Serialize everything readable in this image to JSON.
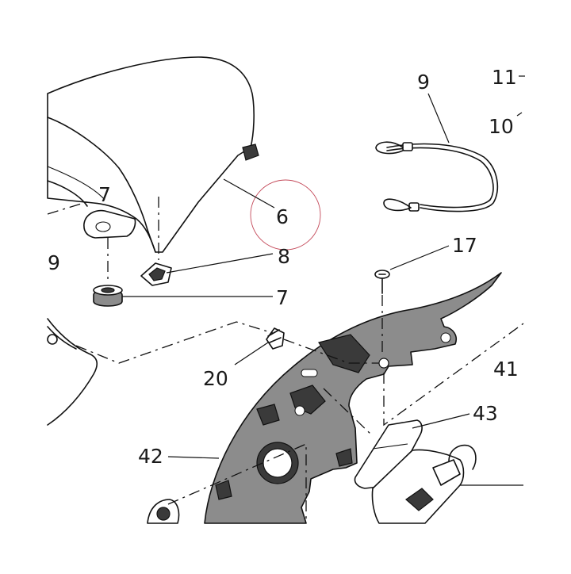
{
  "callouts": {
    "c6": "6",
    "c7": "7",
    "c8": "8",
    "c9_top": "9",
    "c9_left": "9",
    "c10": "10",
    "c11": "11",
    "c17": "17",
    "c20": "20",
    "c41": "41",
    "c42": "42",
    "c43": "43",
    "c7_left": "7"
  },
  "colors": {
    "line": "#111111",
    "bracket": "#8c8c8c",
    "highlight_circle": "#c44a5a"
  },
  "icons": {
    "seat": "seat-cushion",
    "cable": "seat-cable-loop",
    "bracket": "mudguard-bracket",
    "grommet": "rubber-grommet",
    "pad": "rubber-pad",
    "clip": "spring-clip",
    "screw": "screw",
    "control_unit": "electronic-unit",
    "cover": "unit-cover"
  }
}
